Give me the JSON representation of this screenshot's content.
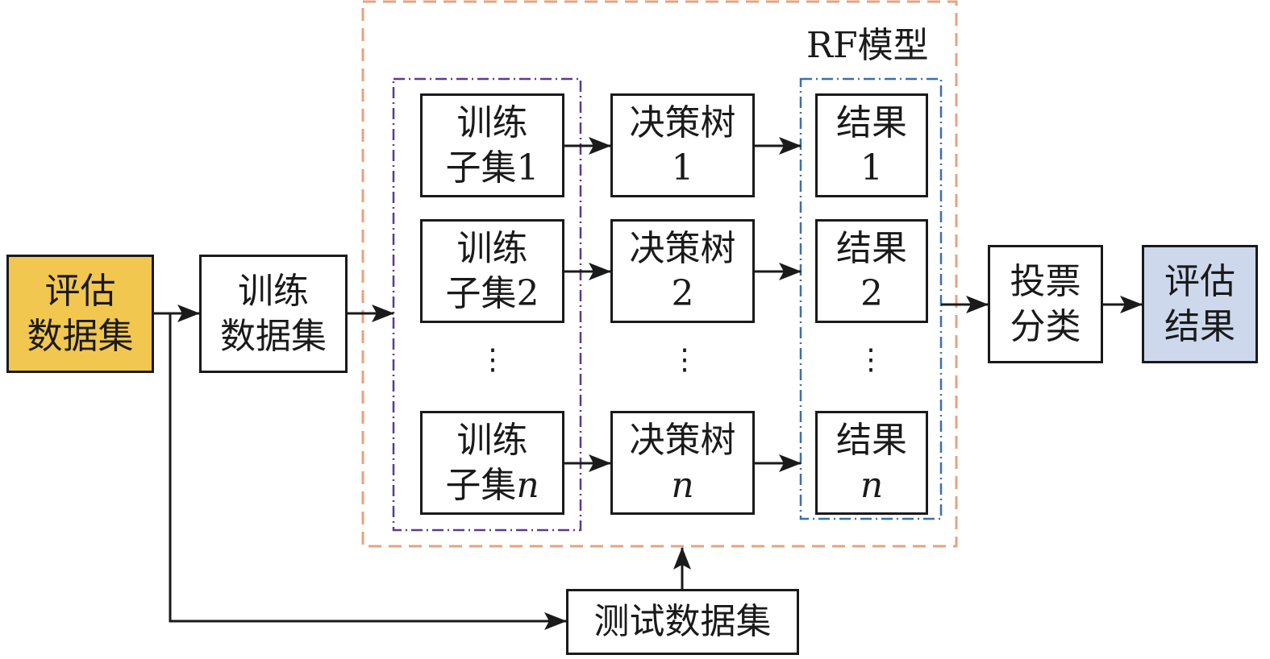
{
  "diagram": {
    "colors": {
      "eval_dataset_fill": "#f2c750",
      "eval_result_fill": "#cdd8ec",
      "rf_model_border": "#e4a37f",
      "subset_group_border": "#5c3a8e",
      "result_group_border": "#3f6eaa",
      "stroke": "#1a1a1a"
    },
    "eval_dataset": {
      "line1": "评估",
      "line2": "数据集"
    },
    "train_dataset": {
      "line1": "训练",
      "line2": "数据集"
    },
    "rf_model": {
      "label": "RF模型"
    },
    "subsets": [
      {
        "line1": "训练",
        "line2_prefix": "子集",
        "index": "1"
      },
      {
        "line1": "训练",
        "line2_prefix": "子集",
        "index": "2"
      },
      {
        "line1": "训练",
        "line2_prefix": "子集",
        "index": "n"
      }
    ],
    "trees": [
      {
        "line1": "决策树",
        "index": "1"
      },
      {
        "line1": "决策树",
        "index": "2"
      },
      {
        "line1": "决策树",
        "index": "n"
      }
    ],
    "results": [
      {
        "line1": "结果",
        "index": "1"
      },
      {
        "line1": "结果",
        "index": "2"
      },
      {
        "line1": "结果",
        "index": "n"
      }
    ],
    "ellipsis": "⋮",
    "voting": {
      "line1": "投票",
      "line2": "分类"
    },
    "eval_result": {
      "line1": "评估",
      "line2": "结果"
    },
    "test_dataset": {
      "label": "测试数据集"
    }
  }
}
